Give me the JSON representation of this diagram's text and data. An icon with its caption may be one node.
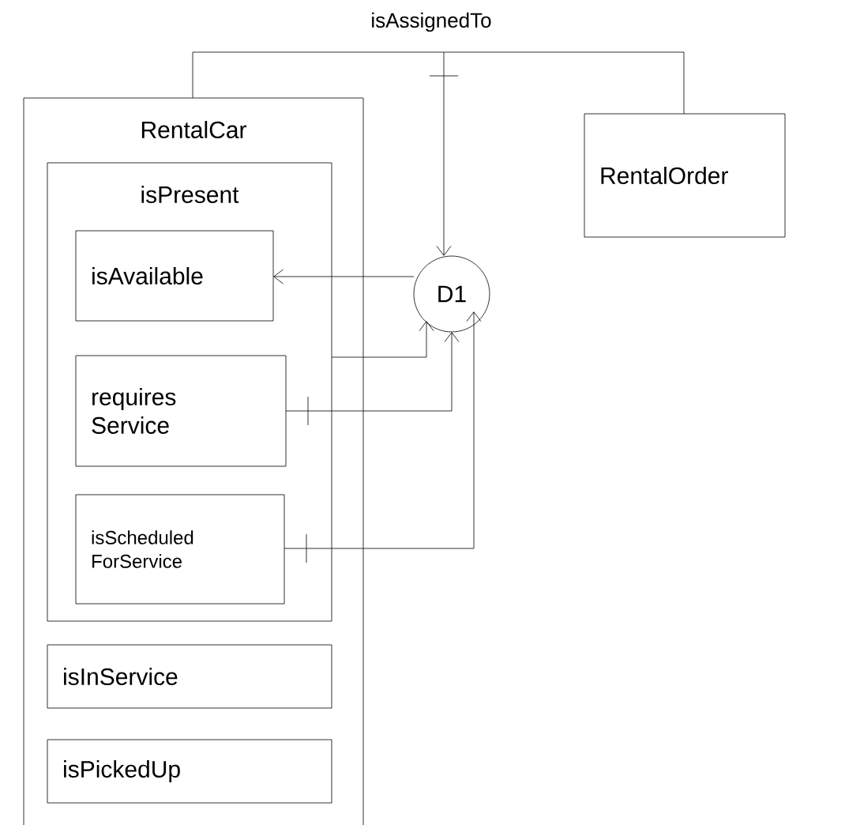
{
  "diagram": {
    "nodes": [
      {
        "text": [
          "RentalCar"
        ]
      },
      {
        "text": [
          "isPresent"
        ],
        "in": 0
      },
      {
        "text": [
          "isAvailable"
        ],
        "in": 1
      },
      {
        "text": [
          "requires Service"
        ],
        "in": 1
      },
      {
        "text": [
          "isScheduled ForService"
        ],
        "in": 1
      },
      {
        "text": [
          "isInService"
        ],
        "in": 0
      },
      {
        "text": [
          "isPickedUp"
        ],
        "in": 0
      },
      {
        "text": [
          "RentalOrder"
        ]
      },
      {
        "text": [
          "D1"
        ]
      }
    ],
    "edges": [
      {
        "from": 0,
        "to": 7,
        "arrow": "none",
        "label": "isAssignedTo"
      },
      {
        "from": null,
        "to": 8,
        "arrow": "to"
      },
      {
        "from": 8,
        "to": 2,
        "arrow": "to"
      },
      {
        "from": 1,
        "to": 8,
        "arrow": "to"
      },
      {
        "from": 3,
        "to": 8,
        "arrow": "to"
      },
      {
        "from": 4,
        "to": 8,
        "arrow": "to"
      }
    ]
  }
}
